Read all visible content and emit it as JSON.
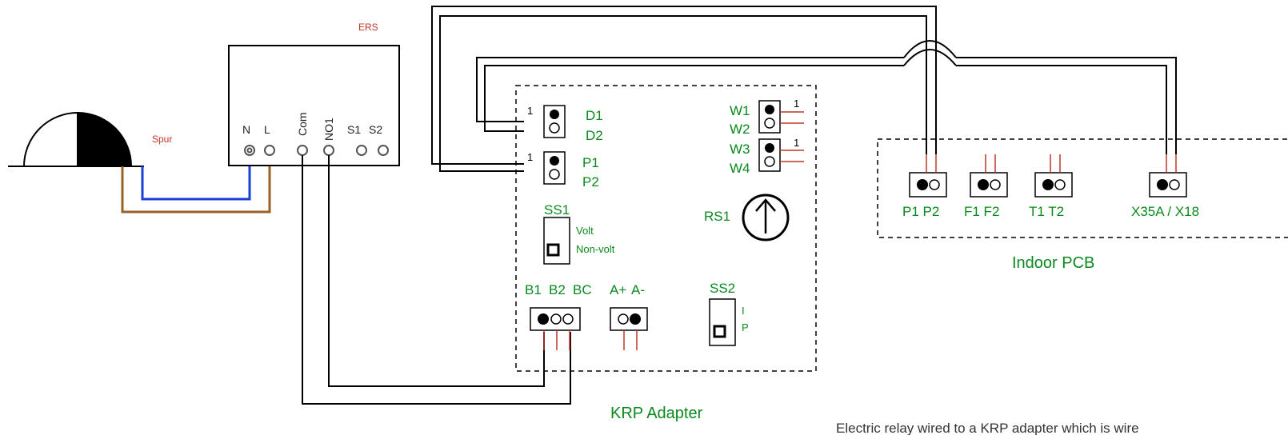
{
  "ers": {
    "title": "ERS",
    "terminals": [
      "N",
      "L",
      "Com",
      "NO1",
      "S1",
      "S2"
    ]
  },
  "spur": {
    "label": "Spur"
  },
  "krp": {
    "title": "KRP Adapter",
    "d1": "D1",
    "d2": "D2",
    "p1": "P1",
    "p2": "P2",
    "pin1": "1",
    "w1": "W1",
    "w2": "W2",
    "w3": "W3",
    "w4": "W4",
    "ss1": "SS1",
    "volt": "Volt",
    "nonvolt": "Non-volt",
    "rs1": "RS1",
    "b1": "B1",
    "b2": "B2",
    "bc": "BC",
    "aplus": "A+",
    "aminus": "A-",
    "ss2": "SS2",
    "ss2_i": "I",
    "ss2_p": "P"
  },
  "indoor": {
    "title": "Indoor PCB",
    "p1p2": "P1 P2",
    "f1f2": "F1 F2",
    "t1t2": "T1 T2",
    "x35": "X35A / X18"
  },
  "caption": "Electric relay wired to a KRP adapter which is wire",
  "colors": {
    "neutral_wire": "#1a3fd6",
    "live_wire": "#9a6024",
    "label_green": "#0a8a1e",
    "label_red": "#c0352a"
  }
}
